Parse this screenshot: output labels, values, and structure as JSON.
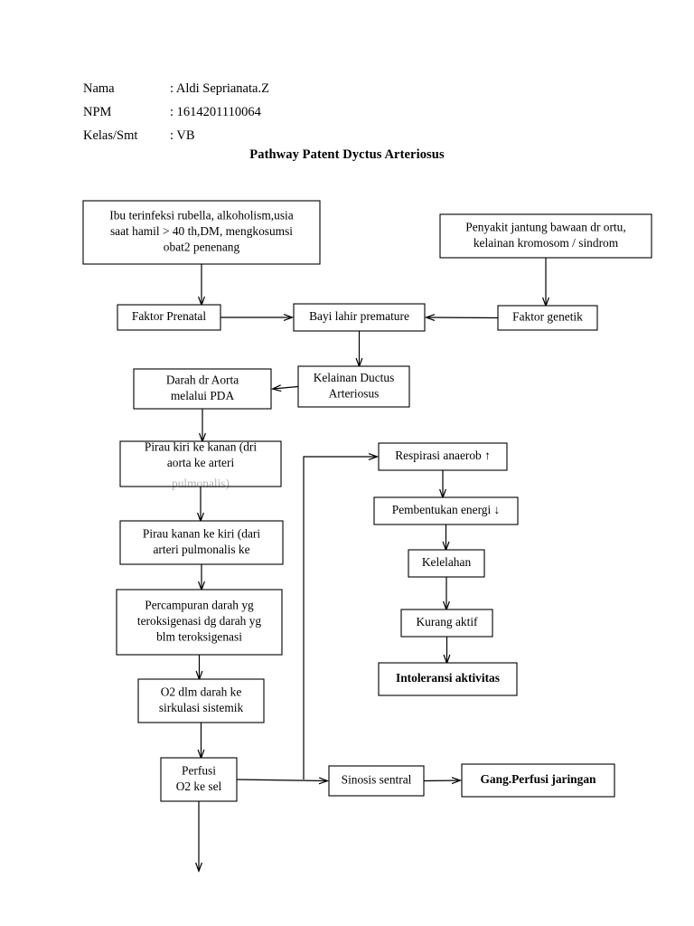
{
  "identity": {
    "rows": [
      {
        "label": "Nama",
        "value": ": Aldi Seprianata.Z"
      },
      {
        "label": "NPM",
        "value": ": 1614201110064"
      },
      {
        "label": "Kelas/Smt",
        "value": ": VB"
      }
    ]
  },
  "title": "Pathway Patent Dyctus Arteriosus",
  "chart_data": {
    "type": "diagram",
    "title": "Pathway Patent Dyctus Arteriosus",
    "nodes": [
      {
        "id": "ibu",
        "lines": [
          "Ibu terinfeksi rubella, alkoholism,usia",
          "saat hamil > 40 th,DM, mengkosumsi",
          "obat2 penenang"
        ],
        "bold": false
      },
      {
        "id": "penyakit",
        "lines": [
          "Penyakit jantung bawaan dr ortu,",
          "kelainan kromosom / sindrom"
        ],
        "bold": false
      },
      {
        "id": "prenatal",
        "lines": [
          "Faktor Prenatal"
        ],
        "bold": false
      },
      {
        "id": "bayi",
        "lines": [
          "Bayi lahir premature"
        ],
        "bold": false
      },
      {
        "id": "genetik",
        "lines": [
          "Faktor genetik"
        ],
        "bold": false
      },
      {
        "id": "darah",
        "lines": [
          "Darah dr Aorta",
          "melalui PDA"
        ],
        "bold": false
      },
      {
        "id": "kelainan",
        "lines": [
          "Kelainan Ductus",
          "Arteriosus"
        ],
        "bold": false
      },
      {
        "id": "piraukiri",
        "lines": [
          "Pirau kiri ke kanan (dri",
          "aorta ke arteri",
          "pulmonalis)"
        ],
        "bold": false,
        "clipped_from": 2
      },
      {
        "id": "piraukanan",
        "lines": [
          "Pirau kanan ke kiri (dari",
          "arteri pulmonalis ke"
        ],
        "bold": false
      },
      {
        "id": "percampuran",
        "lines": [
          "Percampuran darah yg",
          "teroksigenasi dg darah yg",
          "blm teroksigenasi"
        ],
        "bold": false
      },
      {
        "id": "o2sirkulasi",
        "lines": [
          "O2 dlm darah ke",
          "sirkulasi sistemik"
        ],
        "bold": false
      },
      {
        "id": "perfusi",
        "lines": [
          "Perfusi",
          "O2 ke sel"
        ],
        "bold": false
      },
      {
        "id": "sinosis",
        "lines": [
          "Sinosis sentral"
        ],
        "bold": false
      },
      {
        "id": "gangperfusi",
        "lines": [
          "Gang.Perfusi jaringan"
        ],
        "bold": true
      },
      {
        "id": "respirasi",
        "lines": [
          "Respirasi anaerob ↑"
        ],
        "bold": false
      },
      {
        "id": "pembentukan",
        "lines": [
          "Pembentukan energi ↓"
        ],
        "bold": false
      },
      {
        "id": "kelelahan",
        "lines": [
          "Kelelahan"
        ],
        "bold": false
      },
      {
        "id": "kurangaktif",
        "lines": [
          "Kurang aktif"
        ],
        "bold": false
      },
      {
        "id": "intoleransi",
        "lines": [
          "Intoleransi aktivitas"
        ],
        "bold": true
      }
    ],
    "edges": [
      {
        "from": "ibu",
        "to": "prenatal"
      },
      {
        "from": "penyakit",
        "to": "genetik"
      },
      {
        "from": "prenatal",
        "to": "bayi"
      },
      {
        "from": "genetik",
        "to": "bayi"
      },
      {
        "from": "bayi",
        "to": "kelainan"
      },
      {
        "from": "kelainan",
        "to": "darah"
      },
      {
        "from": "darah",
        "to": "piraukiri"
      },
      {
        "from": "piraukiri",
        "to": "piraukanan"
      },
      {
        "from": "piraukanan",
        "to": "percampuran"
      },
      {
        "from": "percampuran",
        "to": "o2sirkulasi"
      },
      {
        "from": "o2sirkulasi",
        "to": "perfusi"
      },
      {
        "from": "perfusi",
        "to": "sinosis"
      },
      {
        "from": "sinosis",
        "to": "gangperfusi"
      },
      {
        "from": "perfusi",
        "to": "respirasi"
      },
      {
        "from": "respirasi",
        "to": "pembentukan"
      },
      {
        "from": "pembentukan",
        "to": "kelelahan"
      },
      {
        "from": "kelelahan",
        "to": "kurangaktif"
      },
      {
        "from": "kurangaktif",
        "to": "intoleransi"
      },
      {
        "from": "perfusi",
        "to": "(unterminated)"
      }
    ]
  }
}
